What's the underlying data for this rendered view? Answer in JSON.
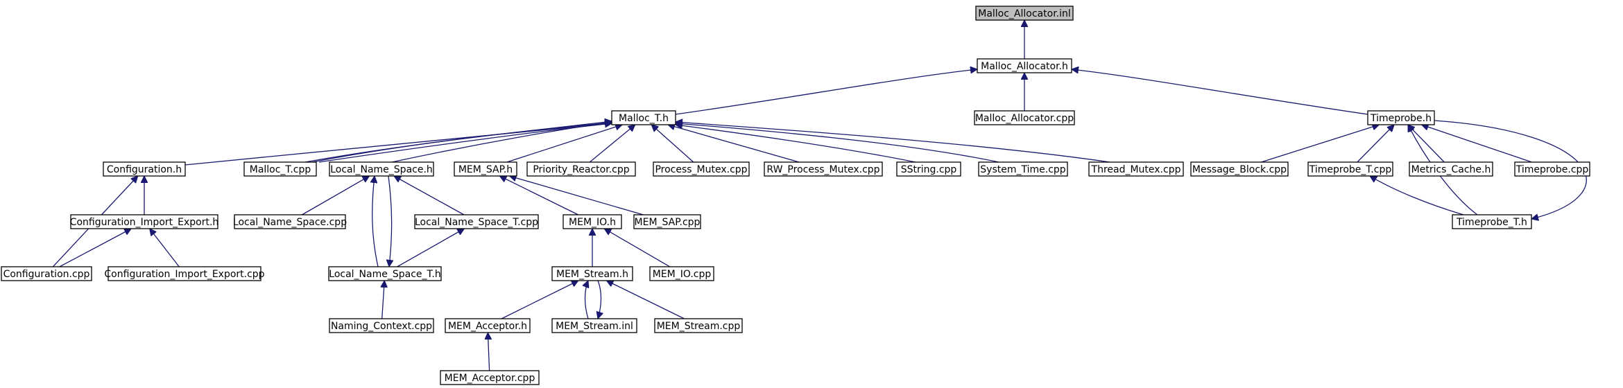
{
  "diagram": {
    "nodes": [
      {
        "id": "malloc_allocator_inl",
        "label": "Malloc_Allocator.inl",
        "root": true
      },
      {
        "id": "malloc_allocator_h",
        "label": "Malloc_Allocator.h"
      },
      {
        "id": "malloc_t_h",
        "label": "Malloc_T.h"
      },
      {
        "id": "malloc_allocator_cpp",
        "label": "Malloc_Allocator.cpp"
      },
      {
        "id": "timeprobe_h",
        "label": "Timeprobe.h"
      },
      {
        "id": "configuration_h",
        "label": "Configuration.h"
      },
      {
        "id": "malloc_t_cpp",
        "label": "Malloc_T.cpp"
      },
      {
        "id": "local_name_space_h",
        "label": "Local_Name_Space.h"
      },
      {
        "id": "mem_sap_h",
        "label": "MEM_SAP.h"
      },
      {
        "id": "priority_reactor_cpp",
        "label": "Priority_Reactor.cpp"
      },
      {
        "id": "process_mutex_cpp",
        "label": "Process_Mutex.cpp"
      },
      {
        "id": "rw_process_mutex_cpp",
        "label": "RW_Process_Mutex.cpp"
      },
      {
        "id": "sstring_cpp",
        "label": "SString.cpp"
      },
      {
        "id": "system_time_cpp",
        "label": "System_Time.cpp"
      },
      {
        "id": "thread_mutex_cpp",
        "label": "Thread_Mutex.cpp"
      },
      {
        "id": "message_block_cpp",
        "label": "Message_Block.cpp"
      },
      {
        "id": "timeprobe_t_cpp",
        "label": "Timeprobe_T.cpp"
      },
      {
        "id": "metrics_cache_h",
        "label": "Metrics_Cache.h"
      },
      {
        "id": "timeprobe_cpp",
        "label": "Timeprobe.cpp"
      },
      {
        "id": "configuration_import_export_h",
        "label": "Configuration_Import_Export.h"
      },
      {
        "id": "local_name_space_cpp",
        "label": "Local_Name_Space.cpp"
      },
      {
        "id": "local_name_space_t_cpp",
        "label": "Local_Name_Space_T.cpp"
      },
      {
        "id": "mem_io_h",
        "label": "MEM_IO.h"
      },
      {
        "id": "mem_sap_cpp",
        "label": "MEM_SAP.cpp"
      },
      {
        "id": "timeprobe_t_h",
        "label": "Timeprobe_T.h"
      },
      {
        "id": "configuration_cpp",
        "label": "Configuration.cpp"
      },
      {
        "id": "configuration_import_export_cpp",
        "label": "Configuration_Import_Export.cpp"
      },
      {
        "id": "local_name_space_t_h",
        "label": "Local_Name_Space_T.h"
      },
      {
        "id": "mem_stream_h",
        "label": "MEM_Stream.h"
      },
      {
        "id": "mem_io_cpp",
        "label": "MEM_IO.cpp"
      },
      {
        "id": "naming_context_cpp",
        "label": "Naming_Context.cpp"
      },
      {
        "id": "mem_acceptor_h",
        "label": "MEM_Acceptor.h"
      },
      {
        "id": "mem_stream_inl",
        "label": "MEM_Stream.inl"
      },
      {
        "id": "mem_stream_cpp",
        "label": "MEM_Stream.cpp"
      },
      {
        "id": "mem_acceptor_cpp",
        "label": "MEM_Acceptor.cpp"
      }
    ],
    "edges": [
      {
        "from": "malloc_allocator_h",
        "to": "malloc_allocator_inl"
      },
      {
        "from": "malloc_t_h",
        "to": "malloc_allocator_h"
      },
      {
        "from": "malloc_allocator_cpp",
        "to": "malloc_allocator_h"
      },
      {
        "from": "timeprobe_h",
        "to": "malloc_allocator_h"
      },
      {
        "from": "configuration_h",
        "to": "malloc_t_h"
      },
      {
        "from": "malloc_t_cpp",
        "to": "malloc_t_h"
      },
      {
        "from": "local_name_space_h",
        "to": "malloc_t_h"
      },
      {
        "from": "mem_sap_h",
        "to": "malloc_t_h"
      },
      {
        "from": "priority_reactor_cpp",
        "to": "malloc_t_h"
      },
      {
        "from": "process_mutex_cpp",
        "to": "malloc_t_h"
      },
      {
        "from": "rw_process_mutex_cpp",
        "to": "malloc_t_h"
      },
      {
        "from": "sstring_cpp",
        "to": "malloc_t_h"
      },
      {
        "from": "system_time_cpp",
        "to": "malloc_t_h"
      },
      {
        "from": "thread_mutex_cpp",
        "to": "malloc_t_h"
      },
      {
        "from": "local_name_space_cpp",
        "to": "malloc_t_h"
      },
      {
        "from": "local_name_space_t_h",
        "to": "malloc_t_h"
      },
      {
        "from": "message_block_cpp",
        "to": "timeprobe_h"
      },
      {
        "from": "timeprobe_t_cpp",
        "to": "timeprobe_h"
      },
      {
        "from": "metrics_cache_h",
        "to": "timeprobe_h"
      },
      {
        "from": "timeprobe_cpp",
        "to": "timeprobe_h"
      },
      {
        "from": "timeprobe_t_h",
        "to": "timeprobe_h"
      },
      {
        "from": "timeprobe_h",
        "to": "timeprobe_t_h"
      },
      {
        "from": "timeprobe_t_h",
        "to": "timeprobe_t_cpp"
      },
      {
        "from": "configuration_import_export_h",
        "to": "configuration_h"
      },
      {
        "from": "configuration_cpp",
        "to": "configuration_h"
      },
      {
        "from": "configuration_cpp",
        "to": "configuration_import_export_h"
      },
      {
        "from": "configuration_import_export_cpp",
        "to": "configuration_import_export_h"
      },
      {
        "from": "local_name_space_cpp",
        "to": "local_name_space_h"
      },
      {
        "from": "local_name_space_t_h",
        "to": "local_name_space_h"
      },
      {
        "from": "local_name_space_h",
        "to": "local_name_space_t_h"
      },
      {
        "from": "local_name_space_t_cpp",
        "to": "local_name_space_h"
      },
      {
        "from": "local_name_space_t_h",
        "to": "local_name_space_t_cpp"
      },
      {
        "from": "naming_context_cpp",
        "to": "local_name_space_t_h"
      },
      {
        "from": "mem_io_h",
        "to": "mem_sap_h"
      },
      {
        "from": "mem_sap_cpp",
        "to": "mem_sap_h"
      },
      {
        "from": "mem_stream_h",
        "to": "mem_io_h"
      },
      {
        "from": "mem_io_cpp",
        "to": "mem_io_h"
      },
      {
        "from": "mem_acceptor_h",
        "to": "mem_stream_h"
      },
      {
        "from": "mem_stream_inl",
        "to": "mem_stream_h"
      },
      {
        "from": "mem_stream_h",
        "to": "mem_stream_inl"
      },
      {
        "from": "mem_stream_cpp",
        "to": "mem_stream_h"
      },
      {
        "from": "mem_acceptor_cpp",
        "to": "mem_acceptor_h"
      }
    ]
  }
}
